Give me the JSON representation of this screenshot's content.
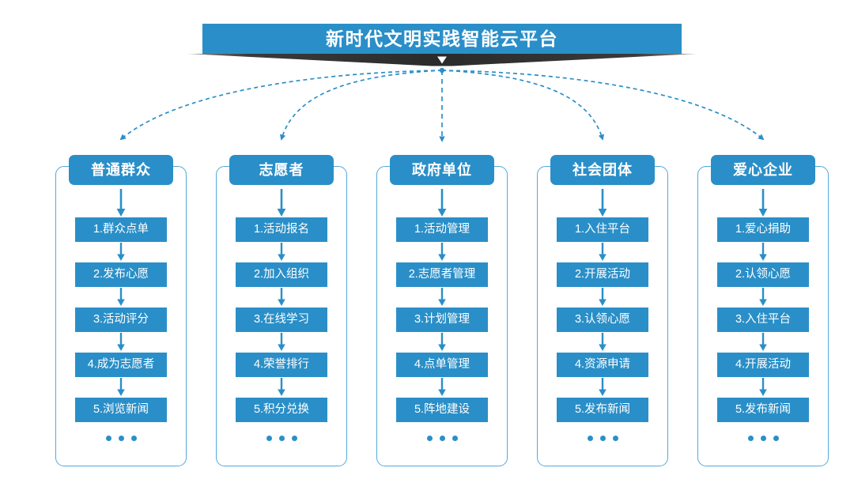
{
  "title": {
    "text": "新时代文明实践智能云平台",
    "banner_color": "#2a8fc8",
    "funnel_color": "#2e2e2e"
  },
  "theme": {
    "accent": "#2a8fc8",
    "border": "#53a9db",
    "arrow": "#2a8fc8",
    "text_on_accent": "#ffffff"
  },
  "ellipsis_label": "...",
  "columns": [
    {
      "header": "普通群众",
      "items": [
        "1.群众点单",
        "2.发布心愿",
        "3.活动评分",
        "4.成为志愿者",
        "5.浏览新闻"
      ]
    },
    {
      "header": "志愿者",
      "items": [
        "1.活动报名",
        "2.加入组织",
        "3.在线学习",
        "4.荣誉排行",
        "5.积分兑换"
      ]
    },
    {
      "header": "政府单位",
      "items": [
        "1.活动管理",
        "2.志愿者管理",
        "3.计划管理",
        "4.点单管理",
        "5.阵地建设"
      ]
    },
    {
      "header": "社会团体",
      "items": [
        "1.入住平台",
        "2.开展活动",
        "3.认领心愿",
        "4.资源申请",
        "5.发布新闻"
      ]
    },
    {
      "header": "爱心企业",
      "items": [
        "1.爱心捐助",
        "2.认领心愿",
        "3.入住平台",
        "4.开展活动",
        "5.发布新闻"
      ]
    }
  ]
}
